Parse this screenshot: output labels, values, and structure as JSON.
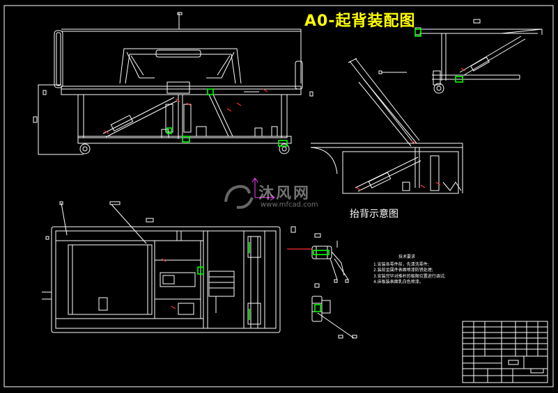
{
  "drawing": {
    "title": "A0-起背装配图",
    "view_caption": "抬背示意图"
  },
  "tech_notes": {
    "title": "技术要求",
    "items": [
      "1.安装各零件前，先清洗零件;",
      "2.装前金属件表面喷漆防锈处理;",
      "3.安装完毕对推杆的极限位置进行调试;",
      "4.床板装表面乳白色喷漆。"
    ]
  },
  "watermark": {
    "text": "沐风网",
    "url": "www.mfcad.com"
  },
  "colors": {
    "line": "#ffffff",
    "title": "#ffff00",
    "part": "#00ff00",
    "mark": "#ff3030",
    "dim": "#ff40ff"
  }
}
